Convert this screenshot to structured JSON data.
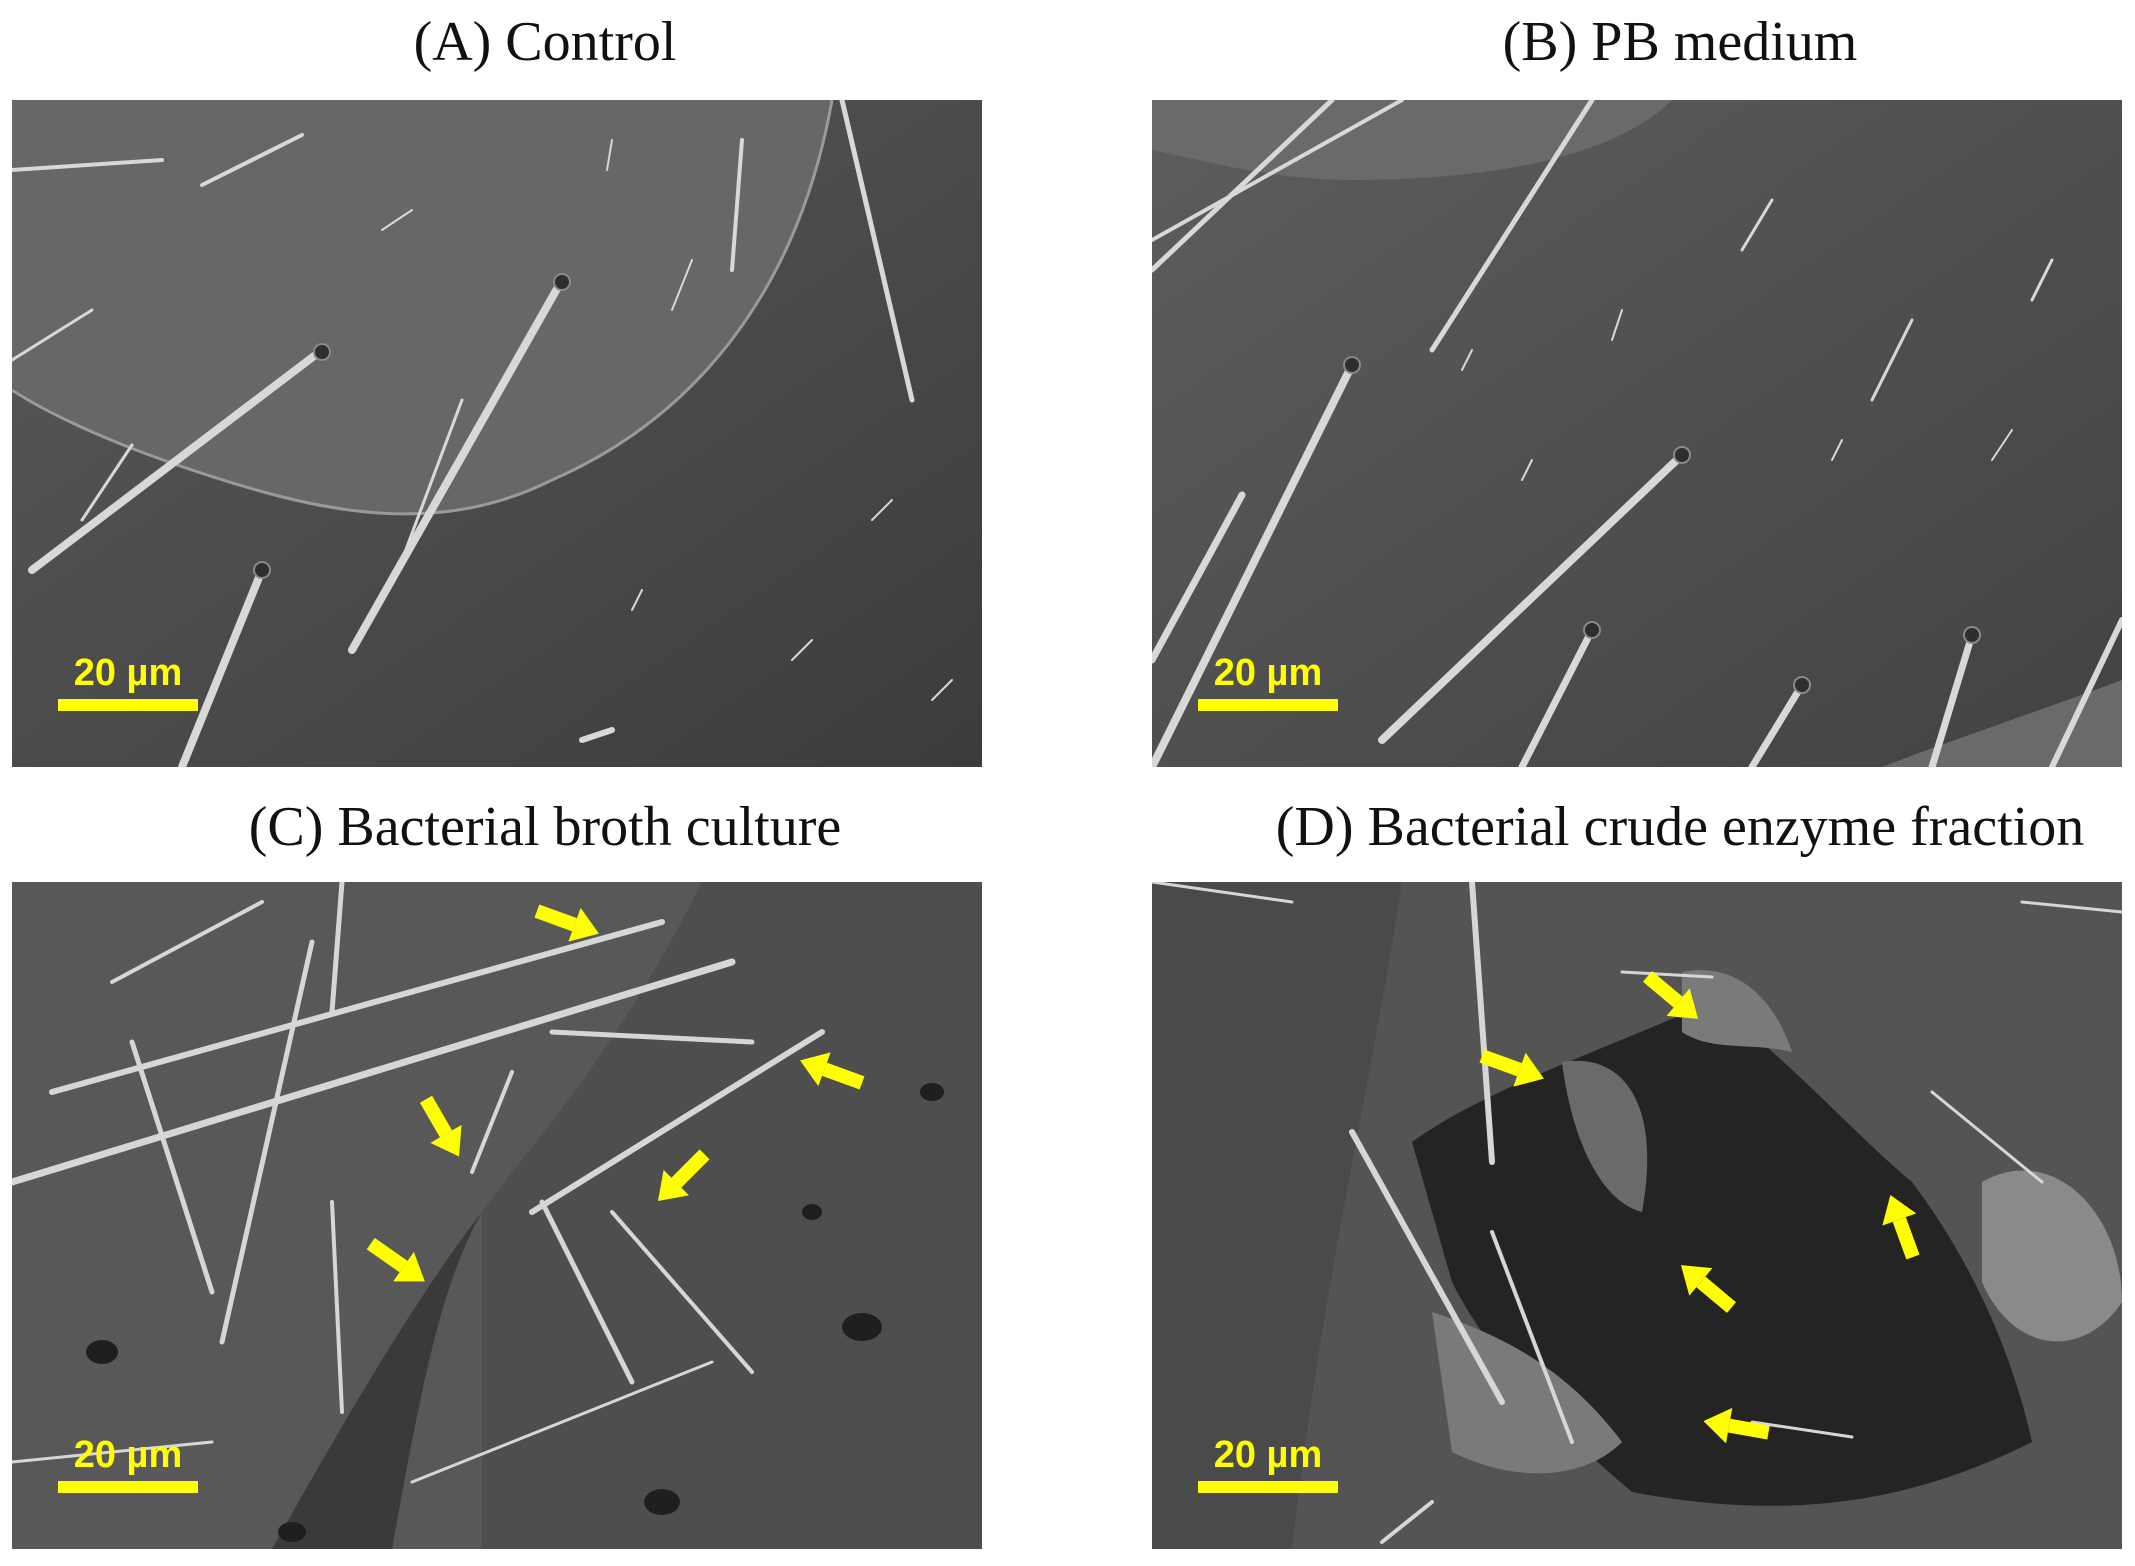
{
  "panels": [
    {
      "id": "A",
      "title": "(A) Control",
      "scale_label": "20 µm"
    },
    {
      "id": "B",
      "title": "(B) PB medium",
      "scale_label": "20 µm"
    },
    {
      "id": "C",
      "title": "(C) Bacterial  broth  culture",
      "scale_label": "20 µm"
    },
    {
      "id": "D",
      "title": "(D) Bacterial  crude  enzyme  fraction",
      "scale_label": "20 µm"
    }
  ],
  "colors": {
    "annotation": "#ffff00",
    "background": "#ffffff"
  },
  "icons": [
    "arrow-icon"
  ]
}
